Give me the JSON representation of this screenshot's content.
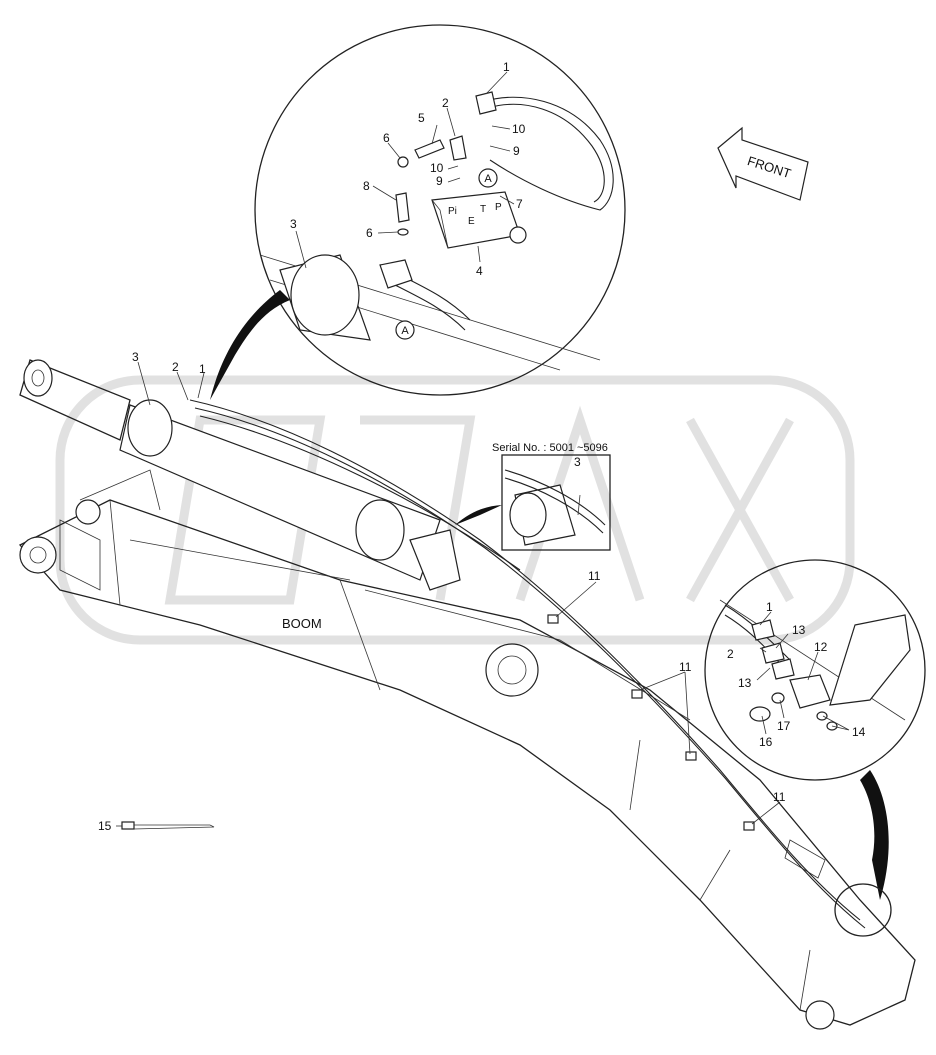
{
  "diagram": {
    "serial_label": "Serial No. : 5001 ~5096",
    "boom_label": "BOOM",
    "front_label": "FRONT",
    "detail_marker": "A",
    "port_labels": [
      "Pi",
      "T",
      "E",
      "P"
    ],
    "callouts": {
      "c1": "1",
      "c2": "2",
      "c3": "3",
      "c4": "4",
      "c5": "5",
      "c6": "6",
      "c7": "7",
      "c8": "8",
      "c9": "9",
      "c10": "10",
      "c11": "11",
      "c12": "12",
      "c13": "13",
      "c14": "14",
      "c15": "15",
      "c16": "16",
      "c17": "17"
    }
  }
}
